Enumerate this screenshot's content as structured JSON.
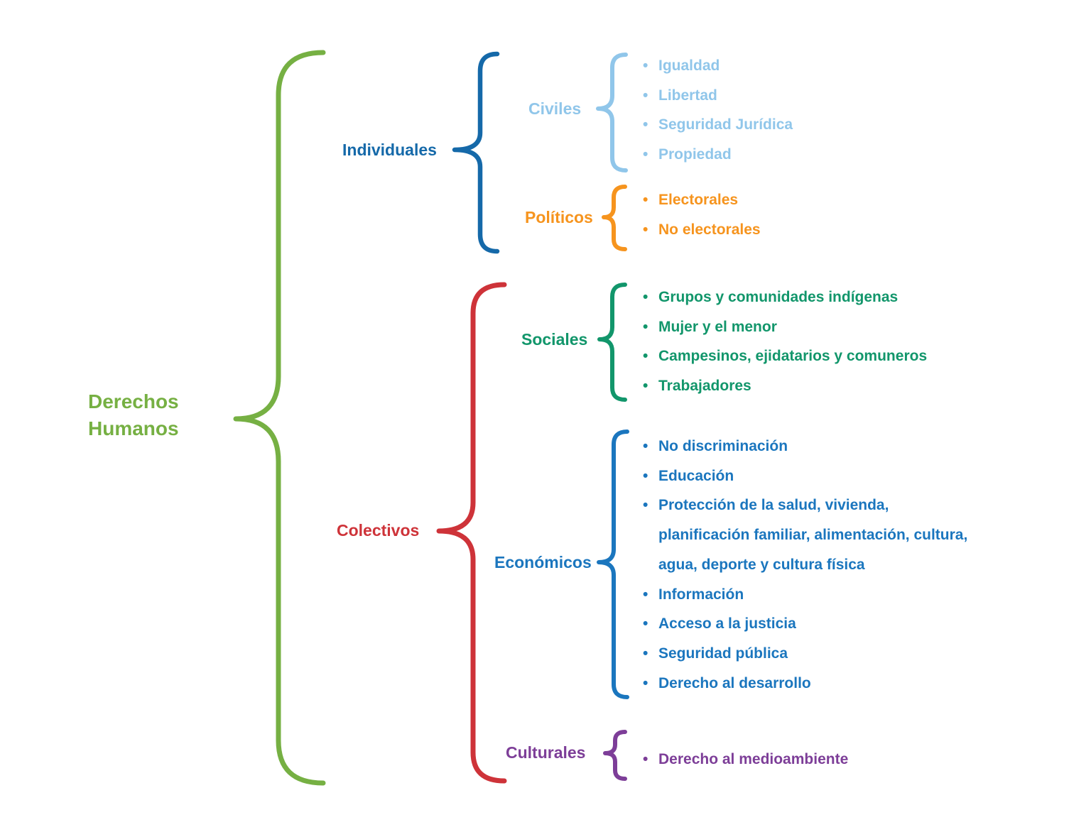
{
  "ui": {
    "bullet": "•"
  },
  "colors": {
    "root_green": "#76B043",
    "individuales_blue": "#1569A9",
    "civiles_light_blue": "#90C6EA",
    "politicos_orange": "#F6941E",
    "colectivos_red": "#CE3339",
    "sociales_teal": "#12966B",
    "economicos_blue": "#1B76BE",
    "culturales_purple": "#7D3E98"
  },
  "root": {
    "label": "Derechos Humanos"
  },
  "branches": [
    {
      "label": "Individuales",
      "color": "#1569A9",
      "children": [
        {
          "label": "Civiles",
          "color": "#90C6EA",
          "items": [
            "Igualdad",
            "Libertad",
            "Seguridad Jurídica",
            "Propiedad"
          ]
        },
        {
          "label": "Políticos",
          "color": "#F6941E",
          "items": [
            "Electorales",
            "No electorales"
          ]
        }
      ]
    },
    {
      "label": "Colectivos",
      "color": "#CE3339",
      "children": [
        {
          "label": "Sociales",
          "color": "#12966B",
          "items": [
            "Grupos y comunidades indígenas",
            "Mujer y el menor",
            "Campesinos, ejidatarios y comuneros",
            "Trabajadores"
          ]
        },
        {
          "label": "Económicos",
          "color": "#1B76BE",
          "items": [
            "No discriminación",
            "Educación",
            "Protección de la salud, vivienda, planificación familiar, alimentación, cultura, agua, deporte y cultura física",
            "Información",
            "Acceso a la justicia",
            "Seguridad pública",
            "Derecho al desarrollo"
          ]
        },
        {
          "label": "Culturales",
          "color": "#7D3E98",
          "items": [
            "Derecho al medioambiente"
          ]
        }
      ]
    }
  ]
}
